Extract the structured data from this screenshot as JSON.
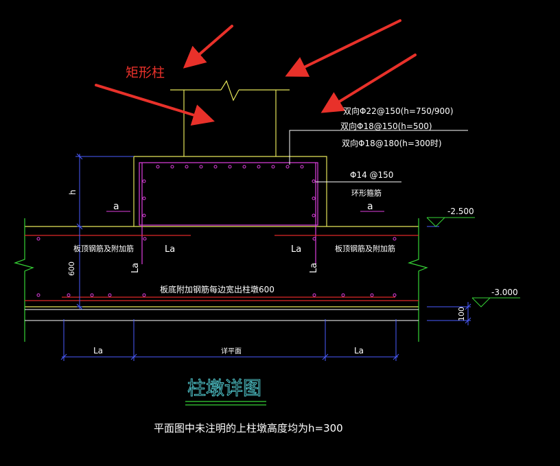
{
  "annotation": {
    "label": "矩形柱",
    "color": "#e8312a"
  },
  "rebar_callouts": {
    "line1": "双向Φ22@150(h=750/900)",
    "line2": "双向Φ18@150(h=500)",
    "line3": "双向Φ18@180(h=300时)",
    "stirrup": "Φ14 @150",
    "stirrup_desc": "环形箍筋"
  },
  "labels": {
    "a_left": "a",
    "a_right": "a",
    "h": "h",
    "La_mid_left": "La",
    "La_mid_right": "La",
    "La_vert_left": "La",
    "La_vert_right": "La",
    "top_rebar_left": "板顶钢筋及附加筋",
    "top_rebar_right": "板顶钢筋及附加筋",
    "bottom_rebar": "板底附加钢筋每边宽出柱墩600",
    "thick_600": "600",
    "dim_100": "100",
    "dim_La_left": "La",
    "dim_detail": "详平面",
    "dim_La_right": "La"
  },
  "elevations": {
    "top": "-2.500",
    "bottom": "-3.000"
  },
  "title": "柱墩详图",
  "note": "平面图中未注明的上柱墩高度均为h=300",
  "colors": {
    "yellow": "#e6e65a",
    "magenta": "#e040e0",
    "red": "#e02828",
    "green": "#36d436",
    "blue": "#4a5cff",
    "cyan": "#4fc3c9",
    "white": "#ffffff"
  }
}
